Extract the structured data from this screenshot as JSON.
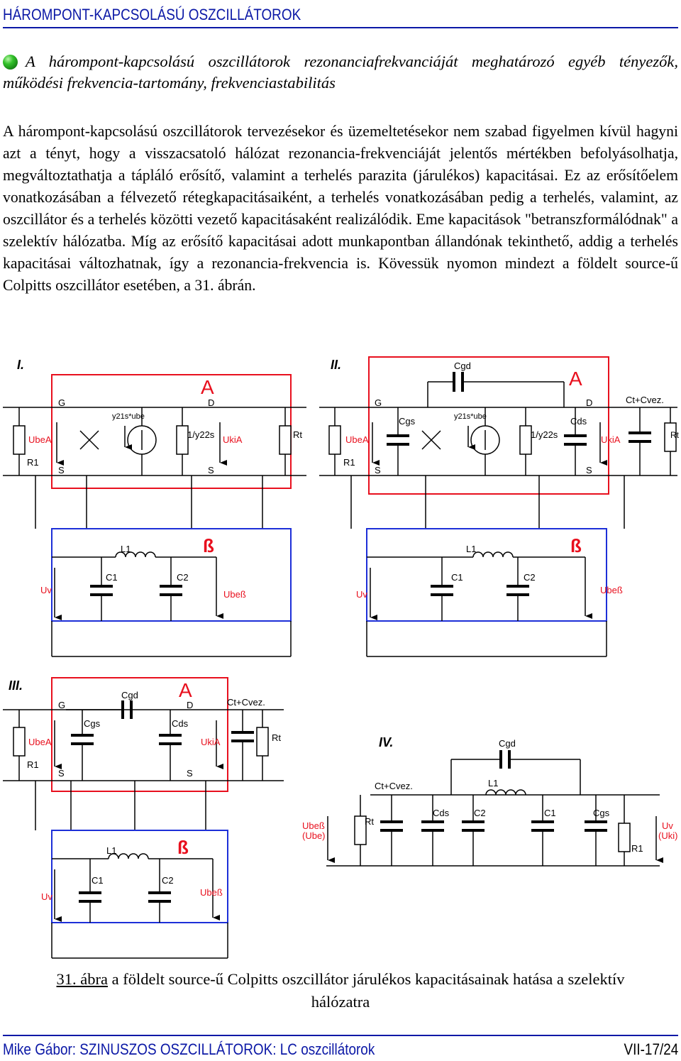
{
  "header": {
    "title": "HÁROMPONT-KAPCSOLÁSÚ OSZCILLÁTOROK"
  },
  "section": {
    "title": "A hárompont-kapcsolású oszcillátorok rezonanciafrekvanciáját meghatározó egyéb tényezők, működési frekvencia-tartomány, frekvenciastabilitás"
  },
  "body": {
    "paragraph": "A hárompont-kapcsolású oszcillátorok tervezésekor és üzemeltetésekor nem szabad figyelmen kívül hagyni azt a tényt, hogy a visszacsatoló hálózat rezonancia-frekvenciáját jelentős mértékben befolyásolhatja, megváltoztathatja a tápláló erősítő, valamint a terhelés parazita (járulékos) kapacitásai. Ez az erősítőelem vonatkozásában a félvezető rétegkapacitásaiként, a terhelés vonatkozásában pedig a terhelés, valamint, az oszcillátor és a terhelés közötti vezető kapacitásaként realizálódik. Eme kapacitások \"betranszformálódnak\" a szelektív hálózatba. Míg az erősítő kapacitásai adott munkapontban állandónak tekinthető, addig a terhelés kapacitásai változhatnak, így a rezonancia-frekvencia is. Kövessük nyomon mindezt a földelt source-ű Colpitts oszcillátor esetében, a 31. ábrán."
  },
  "figure": {
    "panels": {
      "p1": "I.",
      "p2": "II.",
      "p3": "III.",
      "p4": "IV."
    },
    "labels": {
      "amp": "A",
      "beta": "ß",
      "G": "G",
      "D": "D",
      "S": "S",
      "y21": "y21s*ube",
      "y22": "1/y22s",
      "UbeA": "UbeA",
      "UkiA": "UkiA",
      "R1": "R1",
      "Rt": "Rt",
      "Cgd": "Cgd",
      "Cgs": "Cgs",
      "Cds": "Cds",
      "CtCvez": "Ct+Cvez.",
      "L1": "L1",
      "C1": "C1",
      "C2": "C2",
      "Uv": "Uv",
      "Ubeb": "Ubeß",
      "UbebUbe1": "Ubeß",
      "UbebUbe2": "(Ube)",
      "UvUki1": "Uv",
      "UvUki2": "(Uki)"
    }
  },
  "caption": {
    "number": "31. ábra",
    "text": " a földelt source-ű Colpitts oszcillátor járulékos kapacitásainak hatása a szelektív hálózatra"
  },
  "footer": {
    "left": "Mike Gábor: SZINUSZOS OSZCILLÁTOROK: LC oszcillátorok",
    "right": "VII-17/24"
  }
}
